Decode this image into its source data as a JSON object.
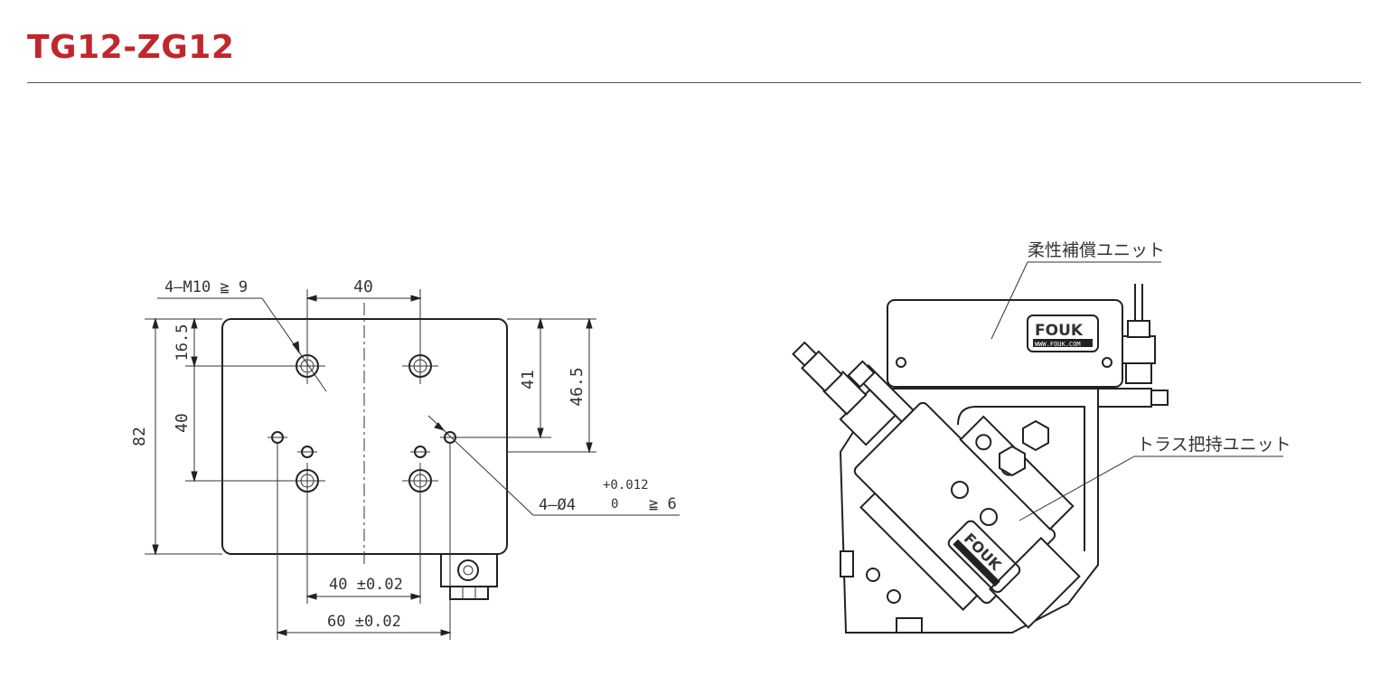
{
  "header": {
    "title": "TG12-ZG12",
    "accent_color": "#c0272d"
  },
  "top_view": {
    "callout_top_left": "4—M10 ≧ 9",
    "dim_top": "40",
    "dim_16_5": "16.5",
    "dim_40_left": "40",
    "dim_82": "82",
    "dim_41": "41",
    "dim_46_5": "46.5",
    "pin_callout_main": "4—Ø4",
    "pin_tol_upper": "+0.012",
    "pin_tol_lower": "0",
    "pin_depth": "≧ 6",
    "dim_bottom_40": "40 ±0.02",
    "dim_bottom_60": "60 ±0.02"
  },
  "side_view": {
    "label_compliance_unit": "柔性補償ユニット",
    "label_truss_holder_unit": "トラス把持ユニット",
    "logo_text": "FOUK",
    "logo_subtext": "WWW.FOUK.COM"
  }
}
